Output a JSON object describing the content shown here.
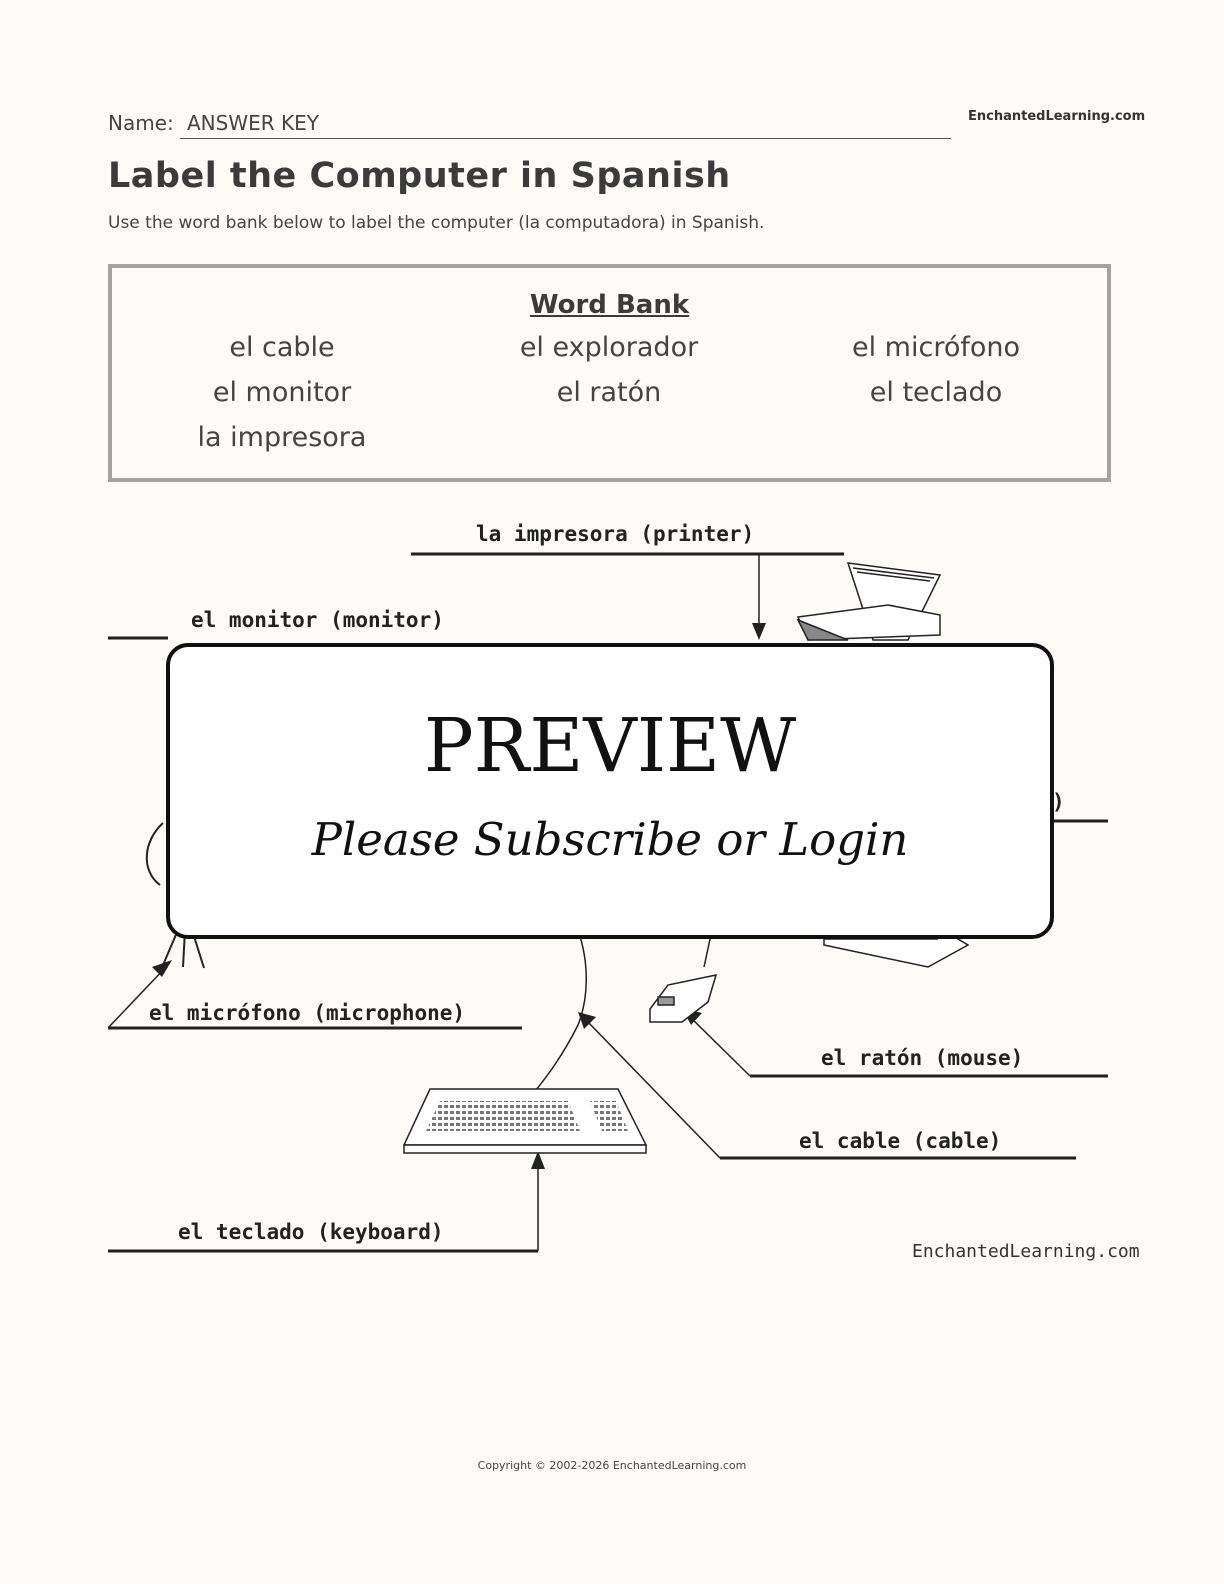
{
  "header": {
    "name_label": "Name:",
    "name_value": "ANSWER KEY",
    "site": "EnchantedLearning.com"
  },
  "title": "Label the Computer in Spanish",
  "instructions": "Use the word bank below to label the computer (la computadora) in Spanish.",
  "word_bank": {
    "title": "Word Bank",
    "words": [
      "el cable",
      "el explorador",
      "el micrófono",
      "el monitor",
      "el ratón",
      "el teclado",
      "la impresora"
    ]
  },
  "diagram": {
    "labels": {
      "printer": "la impresora (printer)",
      "monitor": "el monitor (monitor)",
      "microphone": "el micrófono (microphone)",
      "mouse": "el ratón (mouse)",
      "cable": "el cable (cable)",
      "keyboard": "el teclado (keyboard)",
      "partial": ")"
    },
    "site": "EnchantedLearning.com"
  },
  "preview": {
    "title": "PREVIEW",
    "subtitle": "Please Subscribe or Login"
  },
  "footer": {
    "copyright": "Copyright © 2002-2026 EnchantedLearning.com"
  }
}
